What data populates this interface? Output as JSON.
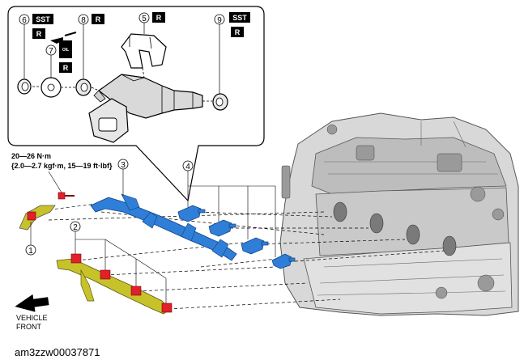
{
  "colors": {
    "blue_part": "#2f7fd8",
    "red_part": "#e0202a",
    "yellow_part": "#c8c22a",
    "badge_bg": "#000000",
    "engine_gray": "#cfcfcf"
  },
  "callouts": {
    "c1": "1",
    "c2": "2",
    "c3": "3",
    "c4": "4",
    "c5": "5",
    "c6": "6",
    "c7": "7",
    "c8": "8",
    "c9": "9"
  },
  "badges": {
    "sst": "SST",
    "r": "R"
  },
  "oil_icon_text": "OIL",
  "torque": {
    "line1": "20—26 N·m",
    "line2": "{2.0—2.7 kgf·m, 15—19 ft·lbf}"
  },
  "vehicle_front": {
    "line1": "VEHICLE",
    "line2": "FRONT"
  },
  "figure_id": "am3zzw00037871",
  "icons": {
    "front_arrow": "vehicle-front-arrow-icon",
    "oil_can": "oil-can-icon"
  }
}
